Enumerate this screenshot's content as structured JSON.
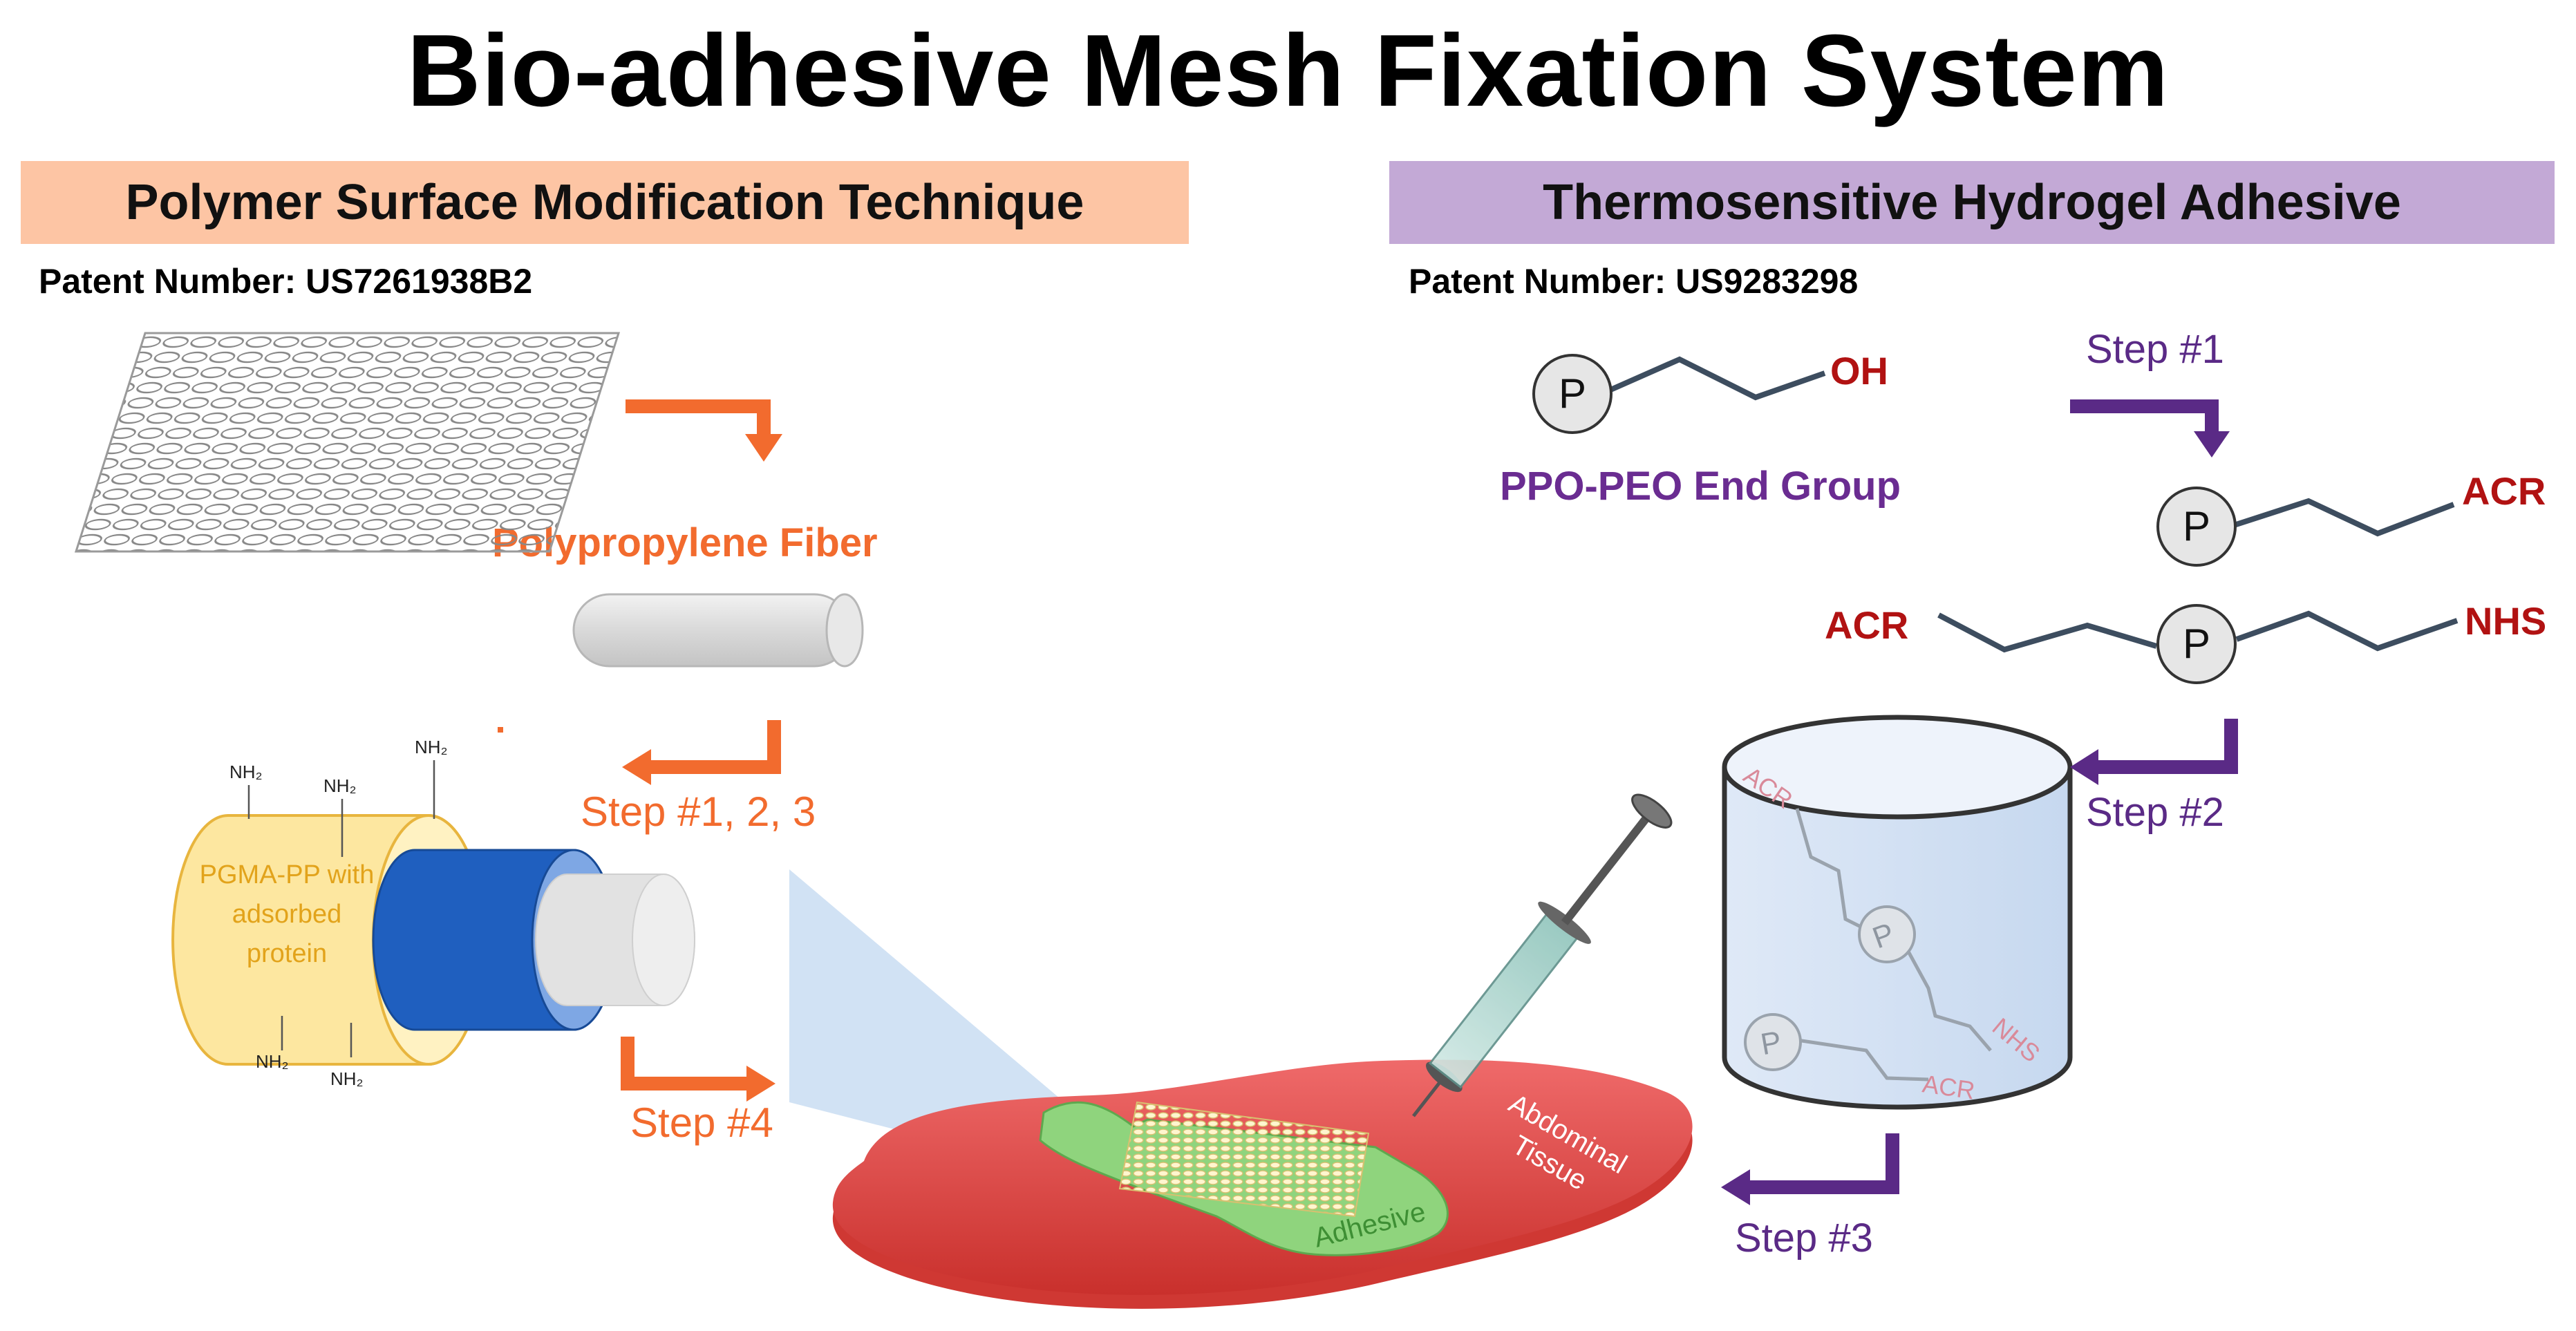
{
  "title": "Bio-adhesive Mesh Fixation System",
  "colors": {
    "left_banner": "#fdc5a4",
    "right_banner": "#c3a9d6",
    "orange": "#f26b2e",
    "purple": "#5a2a86",
    "red_label": "#b11212",
    "tissue": "#e54b4b",
    "adhesive": "#8fd47d",
    "fiber_blue": "#1f5fbf",
    "pgma_yellow": "#fde7a0"
  },
  "left": {
    "banner": "Polymer Surface Modification Technique",
    "patent": "Patent Number: US7261938B2",
    "fiber_label": "Polypropylene Fiber",
    "step_123": "Step #1, 2, 3",
    "step_4": "Step #4",
    "pgma_label": [
      "PGMA-PP with",
      "adsorbed",
      "protein"
    ],
    "amine_label": "NH₂"
  },
  "right": {
    "banner": "Thermosensitive Hydrogel Adhesive",
    "patent": "Patent Number: US9283298",
    "node": "P",
    "oh": "OH",
    "end_group": "PPO-PEO End Group",
    "step_1": "Step #1",
    "step_2": "Step #2",
    "step_3": "Step #3",
    "acr": "ACR",
    "nhs": "NHS"
  },
  "tissue": {
    "tissue_label": [
      "Abdominal",
      "Tissue"
    ],
    "adhesive_label": "Adhesive"
  }
}
